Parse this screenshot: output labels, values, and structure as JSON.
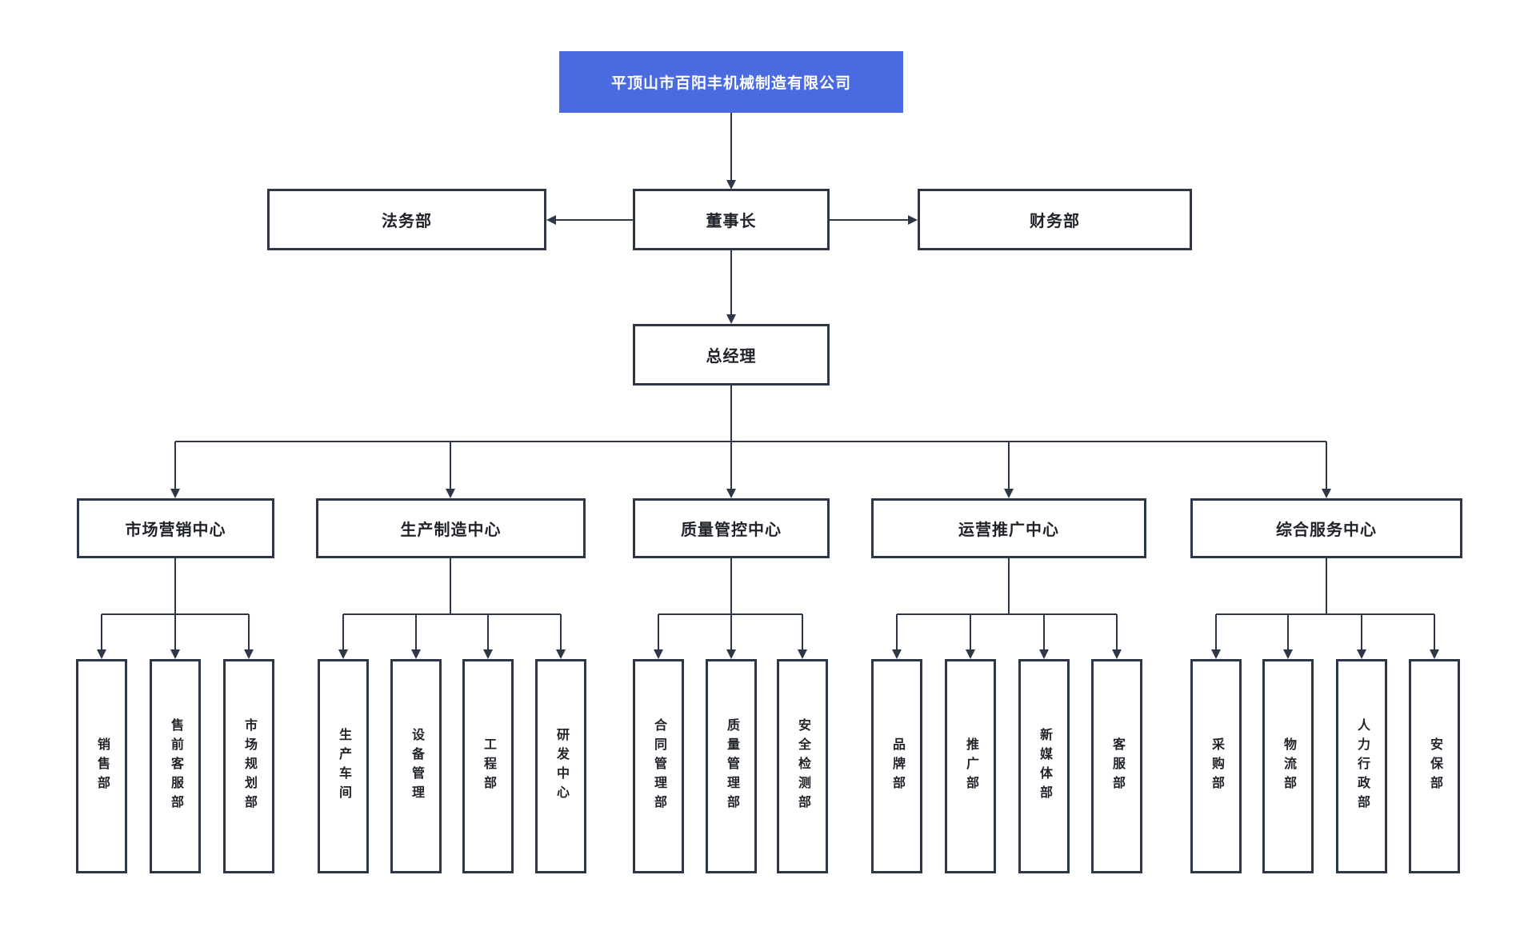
{
  "diagram": {
    "root": {
      "label": "平顶山市百阳丰机械制造有限公司"
    },
    "board": {
      "chairman": {
        "label": "董事长"
      },
      "legal": {
        "label": "法务部"
      },
      "finance": {
        "label": "财务部"
      },
      "general_manager": {
        "label": "总经理"
      }
    },
    "centers": [
      {
        "label": "市场营销中心",
        "children": [
          {
            "label": "销售部"
          },
          {
            "label": "售前客服部"
          },
          {
            "label": "市场规划部"
          }
        ]
      },
      {
        "label": "生产制造中心",
        "children": [
          {
            "label": "生产车间"
          },
          {
            "label": "设备管理"
          },
          {
            "label": "工程部"
          },
          {
            "label": "研发中心"
          }
        ]
      },
      {
        "label": "质量管控中心",
        "children": [
          {
            "label": "合同管理部"
          },
          {
            "label": "质量管理部"
          },
          {
            "label": "安全检测部"
          }
        ]
      },
      {
        "label": "运营推广中心",
        "children": [
          {
            "label": "品牌部"
          },
          {
            "label": "推广部"
          },
          {
            "label": "新媒体部"
          },
          {
            "label": "客服部"
          }
        ]
      },
      {
        "label": "综合服务中心",
        "children": [
          {
            "label": "采购部"
          },
          {
            "label": "物流部"
          },
          {
            "label": "人力行政部"
          },
          {
            "label": "安保部"
          }
        ]
      }
    ],
    "colors": {
      "root_bg": "#4a6be0",
      "root_text": "#ffffff",
      "node_bg": "#ffffff",
      "node_border": "#2d3748",
      "node_text": "#1f2329",
      "line": "#2d3748",
      "canvas_bg": "#ffffff"
    }
  }
}
